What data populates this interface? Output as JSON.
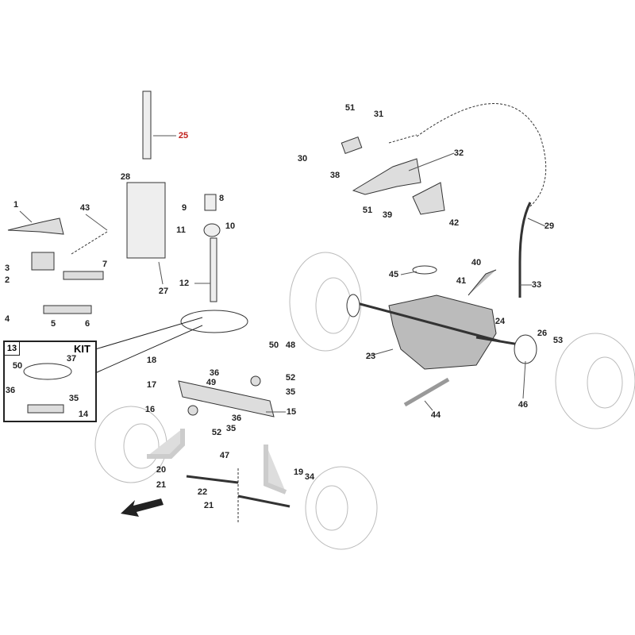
{
  "title": "Steering and transmission parts diagram",
  "highlight_color": "#c0201c",
  "kit": {
    "number": "13",
    "label": "KIT"
  },
  "labels": [
    "25",
    "28",
    "8",
    "9",
    "10",
    "11",
    "43",
    "1",
    "7",
    "3",
    "2",
    "12",
    "27",
    "4",
    "5",
    "6",
    "37",
    "50",
    "36",
    "35",
    "14",
    "18",
    "17",
    "16",
    "20",
    "21",
    "22",
    "47",
    "21",
    "19",
    "34",
    "15",
    "36",
    "35",
    "52",
    "49",
    "36",
    "35",
    "52",
    "50",
    "48",
    "51",
    "31",
    "30",
    "38",
    "32",
    "51",
    "39",
    "42",
    "29",
    "45",
    "40",
    "41",
    "33",
    "23",
    "24",
    "26",
    "53",
    "46",
    "44"
  ],
  "highlighted_part": "25",
  "direction_arrow": "arrow-forward-icon"
}
